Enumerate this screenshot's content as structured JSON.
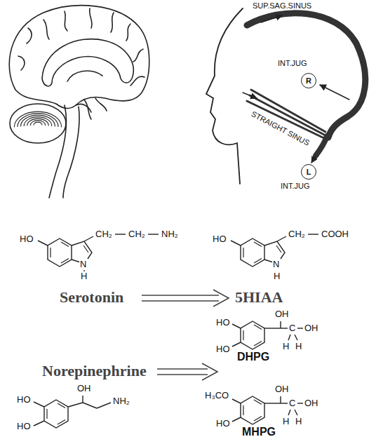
{
  "diagram": {
    "nodes": [
      {
        "text": [
          "R"
        ]
      },
      {
        "text": [
          "L"
        ]
      }
    ],
    "labels": [
      "SUP.SAG.SINUS",
      "INT.JUG",
      "STRAIGHT SINUS",
      "INT.JUG",
      "HO",
      "CH₂",
      "CH₂",
      "NH₂",
      "N",
      "H",
      "HO",
      "CH₂",
      "COOH",
      "N",
      "H",
      "Serotonin",
      "5HIAA",
      "HO",
      "OH",
      "C",
      "OH",
      "HO",
      "H",
      "H",
      "DHPG",
      "Norepinephrine",
      "OH",
      "HO",
      "NH₂",
      "HO",
      "OH",
      "H₃CO",
      "C",
      "OH",
      "HO",
      "H",
      "H",
      "MHPG"
    ]
  }
}
